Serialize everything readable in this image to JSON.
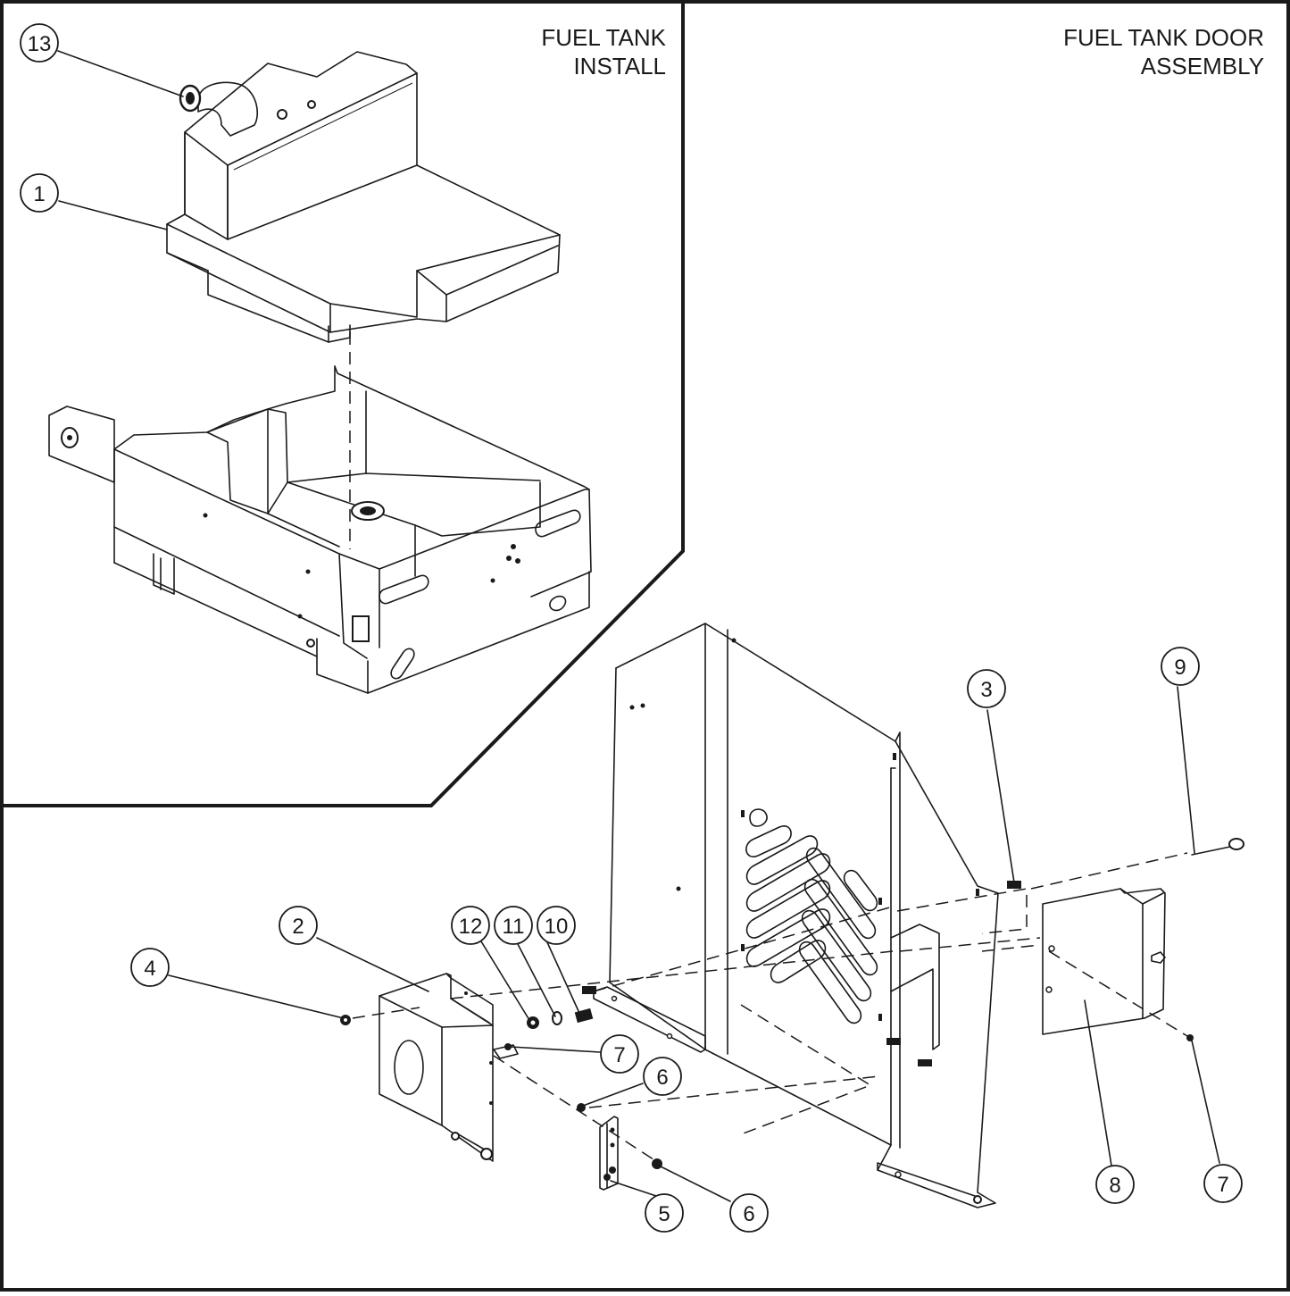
{
  "titles": {
    "left_line1": "FUEL TANK",
    "left_line2": "INSTALL",
    "right_line1": "FUEL TANK DOOR",
    "right_line2": "ASSEMBLY"
  },
  "callouts": {
    "c13": "13",
    "c1": "1",
    "c9": "9",
    "c3": "3",
    "c2": "2",
    "c12": "12",
    "c11": "11",
    "c10": "10",
    "c4": "4",
    "c7a": "7",
    "c6a": "6",
    "c6b": "6",
    "c5": "5",
    "c8": "8",
    "c7b": "7"
  },
  "colors": {
    "line": "#1a1a1a",
    "background": "#ffffff"
  }
}
